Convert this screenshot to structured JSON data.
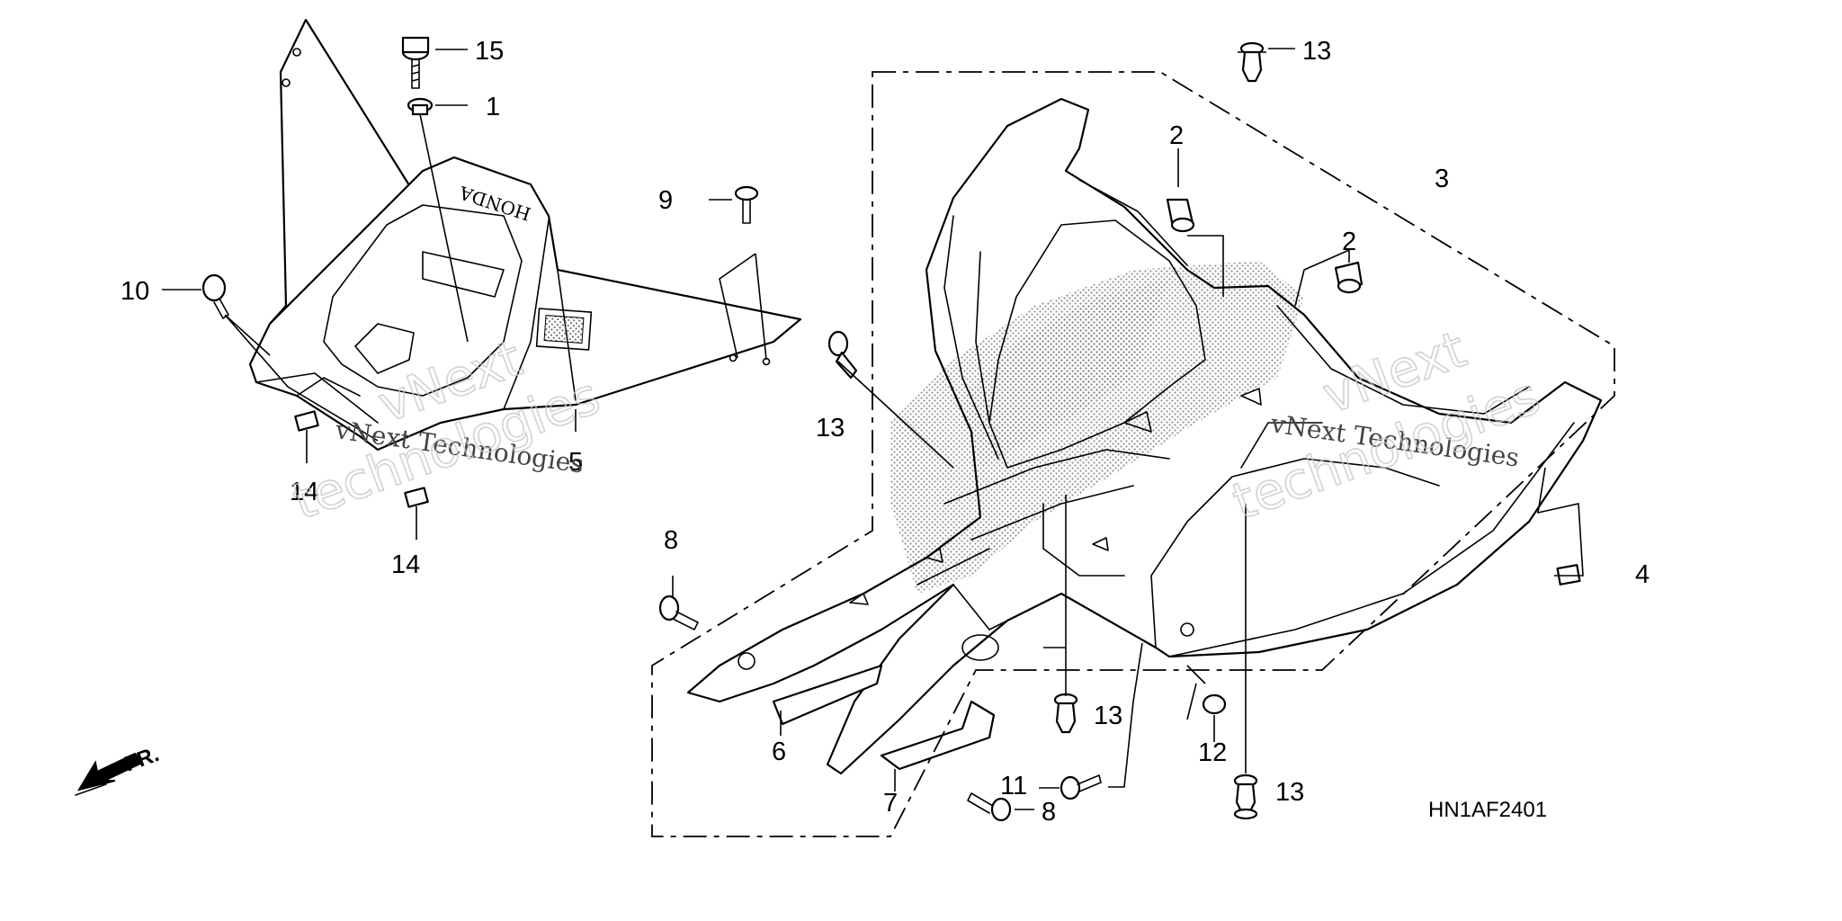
{
  "callouts": {
    "c1": "1",
    "c2a": "2",
    "c2b": "2",
    "c3": "3",
    "c4": "4",
    "c5": "5",
    "c6": "6",
    "c7": "7",
    "c8a": "8",
    "c8b": "8",
    "c9": "9",
    "c10": "10",
    "c11": "11",
    "c12": "12",
    "c13a": "13",
    "c13b": "13",
    "c13c": "13",
    "c13d": "13",
    "c14a": "14",
    "c14b": "14",
    "c15": "15"
  },
  "diagram_code": "HN1AF2401",
  "front_arrow_label": "FR.",
  "emblem_text": "HONDA",
  "watermarks": [
    "vNext Technologies",
    "vNext Technologies",
    "vNext",
    "technologies",
    "vNext",
    "technologies"
  ]
}
